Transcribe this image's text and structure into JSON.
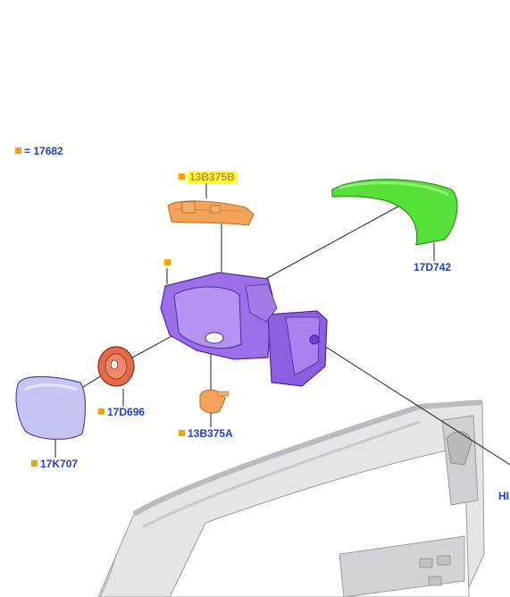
{
  "legend": {
    "text": "= 17682",
    "marker_color": "#f5a300"
  },
  "callouts": {
    "upper_part": "13B375B",
    "lower_part": "13B375A",
    "cap": "17D742",
    "heater": "17D696",
    "glass": "17K707",
    "cut_label": "HI"
  },
  "colors": {
    "label_blue": "#1f3fcf",
    "marker_orange": "#f5a300",
    "housing_purple": "#9b6fe8",
    "cap_green": "#57e03a",
    "lamp_orange": "#f3a35a",
    "heater_red": "#e36a4a",
    "glass_lavender": "#c7c6f3",
    "door_gray": "#d9dadc",
    "highlight_yellow": "#ffff3a"
  }
}
